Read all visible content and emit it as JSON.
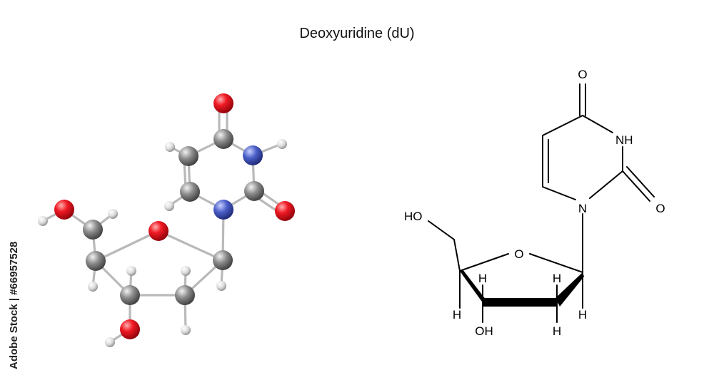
{
  "title": "Deoxyuridine (dU)",
  "stock_id": "Adobe Stock | #66957528",
  "colors": {
    "carbon": "#8a8a8a",
    "oxygen": "#e8101e",
    "nitrogen": "#3a4fb8",
    "hydrogen": "#e8e8e8",
    "bond": "#000000"
  },
  "labels": {
    "o_top": "O",
    "nh": "NH",
    "o_right": "O",
    "n": "N",
    "ho": "HO",
    "o_ring": "O",
    "h_c4_up": "H",
    "h_c1_up": "H",
    "h_c4_down": "H",
    "h_c1_down": "H",
    "oh": "OH",
    "h_c2_down": "H"
  }
}
